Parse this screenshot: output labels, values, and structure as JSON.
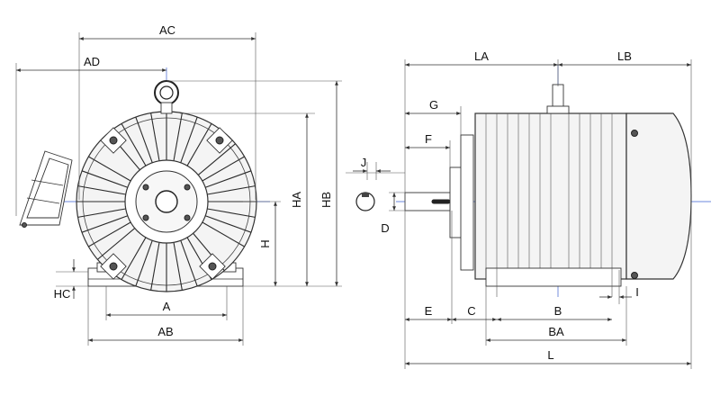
{
  "front_view": {
    "labels": {
      "AC": "AC",
      "AD": "AD",
      "HA": "HA",
      "HB": "HB",
      "H": "H",
      "HC": "HC",
      "A": "A",
      "AB": "AB"
    }
  },
  "side_view": {
    "labels": {
      "LA": "LA",
      "LB": "LB",
      "G": "G",
      "F": "F",
      "J": "J",
      "D": "D",
      "E": "E",
      "C": "C",
      "B": "B",
      "I": "I",
      "BA": "BA",
      "L": "L"
    }
  },
  "colors": {
    "centerline": "#3a5fd0",
    "outline": "#333333"
  }
}
